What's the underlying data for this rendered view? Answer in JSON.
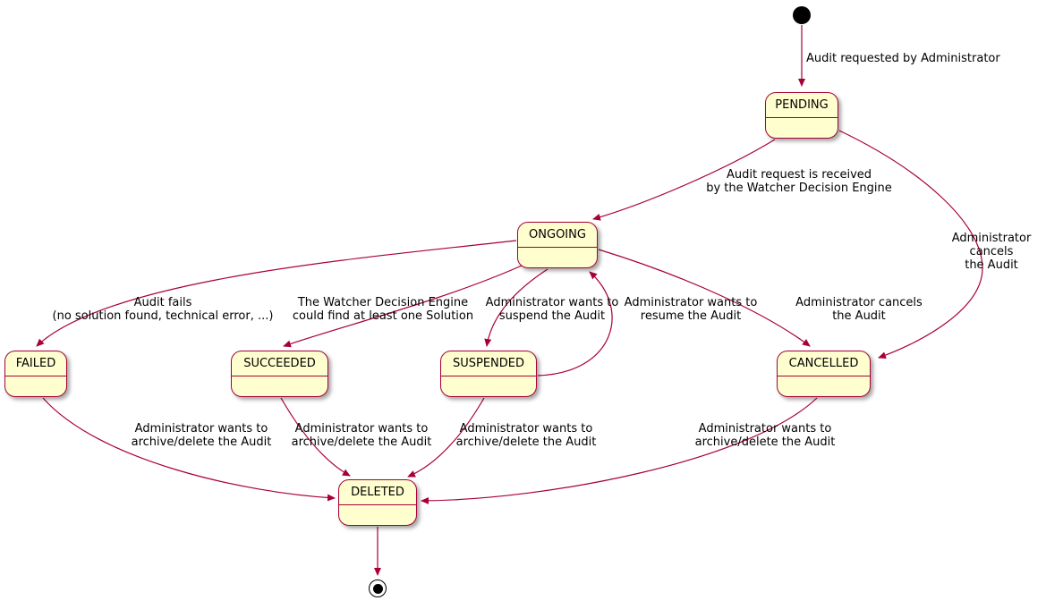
{
  "diagram": {
    "type": "state-machine",
    "states": {
      "pending": "PENDING",
      "ongoing": "ONGOING",
      "failed": "FAILED",
      "succeeded": "SUCCEEDED",
      "suspended": "SUSPENDED",
      "cancelled": "CANCELLED",
      "deleted": "DELETED"
    },
    "transitions": {
      "initial_to_pending": "Audit requested by Administrator",
      "pending_to_ongoing": "Audit request is received\nby the Watcher Decision Engine",
      "pending_to_cancelled": "Administrator cancels\nthe Audit",
      "ongoing_to_failed": "Audit fails\n(no solution found, technical error, ...)",
      "ongoing_to_succeeded": "The Watcher Decision Engine\ncould find at least one Solution",
      "ongoing_to_suspended": "Administrator wants to\nsuspend the Audit",
      "suspended_to_ongoing": "Administrator wants to\nresume the Audit",
      "ongoing_to_cancelled": "Administrator cancels\nthe Audit",
      "failed_to_deleted": "Administrator wants to\narchive/delete the Audit",
      "succeeded_to_deleted": "Administrator wants to\narchive/delete the Audit",
      "suspended_to_deleted": "Administrator wants to\narchive/delete the Audit",
      "cancelled_to_deleted": "Administrator wants to\narchive/delete the Audit"
    },
    "colors": {
      "state_fill": "#FEFECE",
      "state_border": "#A80036",
      "arrow": "#A80036",
      "text": "#000000"
    }
  }
}
